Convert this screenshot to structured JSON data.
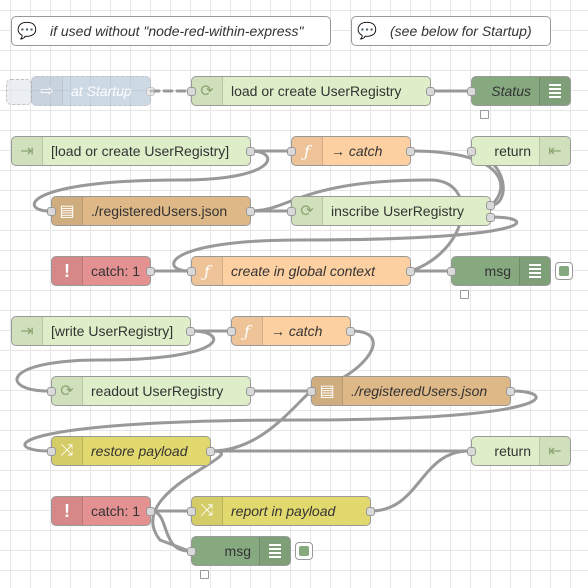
{
  "comments": {
    "c1": "if used without \"node-red-within-express\"",
    "c2": "(see below for Startup)"
  },
  "nodes": {
    "at_startup": "at Startup",
    "load_create_1": "load or create UserRegistry",
    "status": "Status",
    "link_load": "[load or create UserRegistry]",
    "catch_fn_1": "→ catch",
    "return_1": "return",
    "read_file": "./registeredUsers.json",
    "inscribe": "inscribe UserRegistry",
    "catch_1": "catch: 1",
    "create_global": "create in global context",
    "msg_1": "msg",
    "link_write": "[write UserRegistry]",
    "catch_fn_2": "→ catch",
    "readout": "readout UserRegistry",
    "write_file": "./registeredUsers.json",
    "restore": "restore payload",
    "return_2": "return",
    "catch_2": "catch: 1",
    "report": "report in payload",
    "msg_2": "msg"
  },
  "colors": {
    "link_green": "#ddeec9",
    "function_orange": "#fdd0a2",
    "file_brown": "#deb887",
    "change_yellow": "#e2d96e",
    "catch_red": "#e49191",
    "debug_green": "#87a980",
    "inject_blue": "#a6bbcf"
  }
}
